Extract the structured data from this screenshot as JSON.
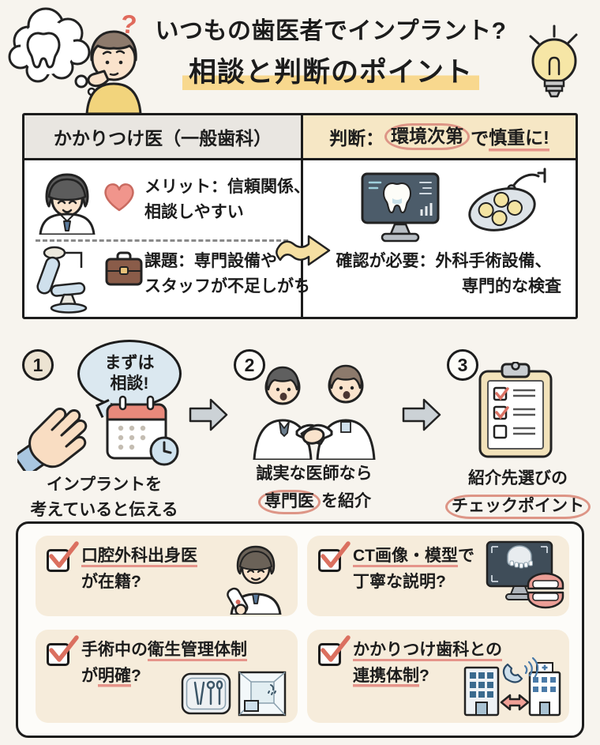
{
  "page": {
    "bg_color": "#f7f4ee",
    "accent_red": "#e0887a",
    "highlight_yellow": "#f8d88e"
  },
  "header": {
    "question_mark": "?",
    "title_line1": "いつもの歯医者でインプラント?",
    "title_line2": "相談と判断のポイント"
  },
  "comparison": {
    "left_header": "かかりつけ医（一般歯科）",
    "right_header": {
      "prefix": "判断：",
      "circled": "環境次第",
      "middle": "で",
      "underlined": "慎重に!"
    },
    "merit": {
      "line1": "メリット：信頼関係、",
      "line2": "相談しやすい"
    },
    "issue": {
      "line1": "課題：専門設備や",
      "line2": "スタッフが不足しがち"
    },
    "confirm": {
      "line1": "確認が必要：外科手術設備、",
      "line2": "専門的な検査"
    }
  },
  "steps": {
    "one": {
      "number": "1",
      "bubble_line1": "まずは",
      "bubble_line2": "相談!",
      "caption_line1": "インプラントを",
      "caption_line2": "考えていると伝える"
    },
    "two": {
      "number": "2",
      "caption_line1": "誠実な医師なら",
      "circled": "専門医",
      "suffix": "を紹介"
    },
    "three": {
      "number": "3",
      "caption_line1": "紹介先選びの",
      "circled": "チェックポイント"
    }
  },
  "checklist": {
    "item1": {
      "underlined1": "口腔外科出身医",
      "plain2": "が在籍?"
    },
    "item2": {
      "underlined1": "CT画像・模型",
      "plain1": "で",
      "plain2": "丁寧な説明?"
    },
    "item3": {
      "plain1": "手術中の",
      "underlined1": "衛生管理体制",
      "plain2a": "が",
      "underlined2": "明確",
      "plain2b": "?"
    },
    "item4": {
      "underlined1": "かかりつけ歯科との",
      "underlined2": "連携体制",
      "plain2": "?"
    }
  },
  "icons": [
    "thought-bubble-tooth-icon",
    "worried-man-icon",
    "lightbulb-icon",
    "doctor-icon",
    "heart-icon",
    "dental-chair-icon",
    "briefcase-icon",
    "monitor-tooth-icon",
    "surgical-light-icon",
    "wavy-arrow-icon",
    "raised-hand-icon",
    "calendar-clock-icon",
    "handshake-doctors-icon",
    "clipboard-checklist-icon",
    "step-arrow-icon",
    "checkbox-check-icon",
    "doctor-certificate-icon",
    "monitor-jaw-denture-icon",
    "instrument-tray-icon",
    "clean-room-icon",
    "clinic-link-phone-icon"
  ]
}
